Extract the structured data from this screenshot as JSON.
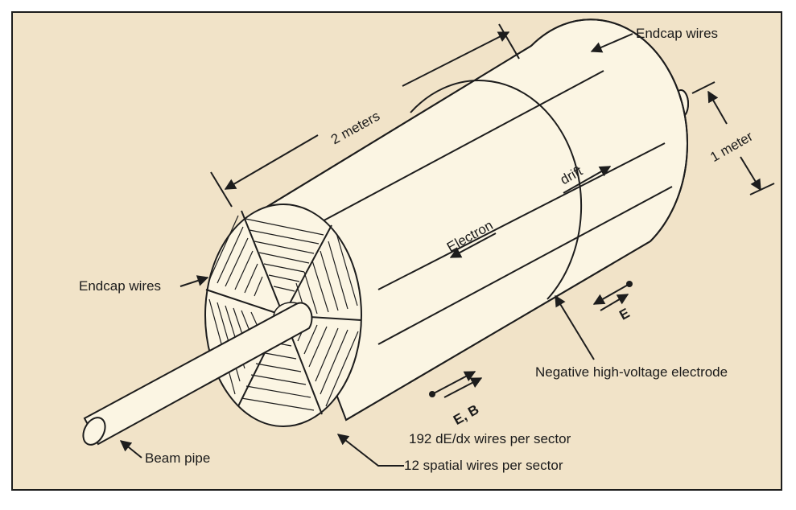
{
  "labels": {
    "endcap_top": "Endcap wires",
    "endcap_left": "Endcap wires",
    "length": "2 meters",
    "diameter": "1 meter",
    "drift": "drift",
    "electron": "Electron",
    "field_e": "E",
    "field_eb": "E, B",
    "electrode": "Negative high-voltage electrode",
    "dedx": "192 dE/dx wires per sector",
    "spatial": "12 spatial wires per sector",
    "beam": "Beam pipe"
  },
  "colors": {
    "background": "#f1e3c8",
    "cylinder": "#fbf5e3",
    "ink": "#1d1d1d"
  }
}
